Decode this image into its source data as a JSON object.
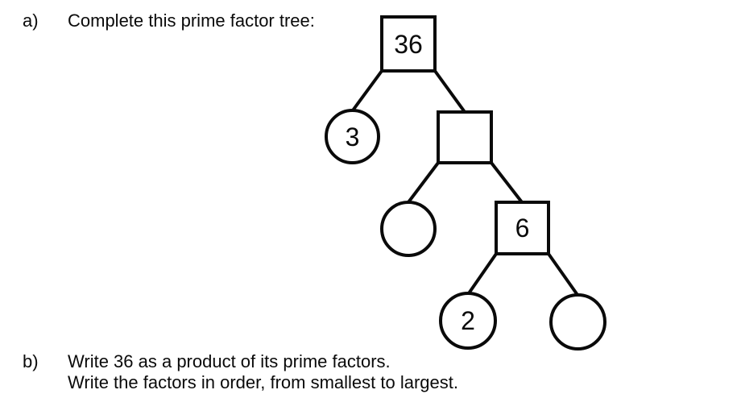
{
  "document": {
    "background_color": "#ffffff",
    "ink_color": "#0a0a0a"
  },
  "question_a": {
    "label": "a)",
    "prompt": "Complete this prime factor tree:"
  },
  "factor_tree": {
    "target_number": "36",
    "nodes": [
      {
        "id": "root",
        "shape": "square",
        "value": "36",
        "given": true
      },
      {
        "id": "level2-left",
        "shape": "circle",
        "value": "3",
        "given": true
      },
      {
        "id": "level2-right",
        "shape": "square",
        "value": "",
        "given": false
      },
      {
        "id": "level3-left",
        "shape": "circle",
        "value": "",
        "given": false
      },
      {
        "id": "level3-right",
        "shape": "square",
        "value": "6",
        "given": true
      },
      {
        "id": "level4-left",
        "shape": "circle",
        "value": "2",
        "given": true
      },
      {
        "id": "level4-right",
        "shape": "circle",
        "value": "",
        "given": false
      }
    ]
  },
  "question_b": {
    "label": "b)",
    "line1": "Write 36 as a product of its prime factors.",
    "line2": "Write the factors in order, from smallest to largest."
  }
}
